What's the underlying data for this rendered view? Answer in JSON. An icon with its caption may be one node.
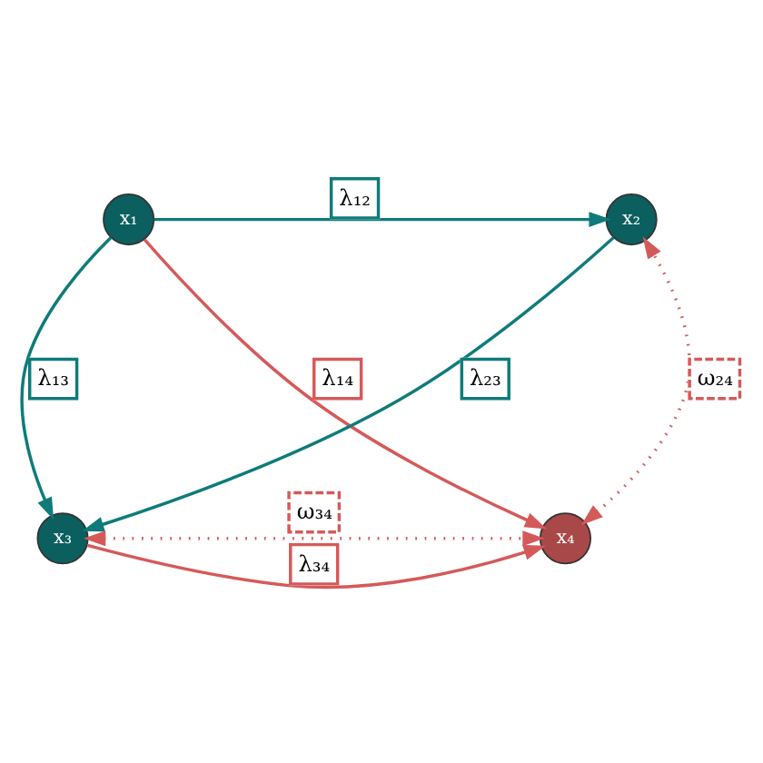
{
  "diagram": {
    "nodes": [
      {
        "text": [
          "x₁"
        ]
      },
      {
        "text": [
          "x₂"
        ]
      },
      {
        "text": [
          "x₃"
        ]
      },
      {
        "text": [
          "x₄"
        ]
      }
    ],
    "edges": [
      {
        "from": 0,
        "to": 1,
        "arrow": "to",
        "label": "λ₁₂",
        "color": "#0f7b7b"
      },
      {
        "from": 0,
        "to": 2,
        "arrow": "to",
        "label": "λ₁₃",
        "color": "#0f7b7b"
      },
      {
        "from": 1,
        "to": 2,
        "arrow": "to",
        "label": "λ₂₃",
        "color": "#0f7b7b"
      },
      {
        "from": 0,
        "to": 3,
        "arrow": "to",
        "label": "λ₁₄",
        "color": "#d45a5a"
      },
      {
        "from": 2,
        "to": 3,
        "arrow": "to",
        "label": "λ₃₄",
        "color": "#d45a5a"
      },
      {
        "from": 3,
        "to": 1,
        "arrow": "both",
        "label": "ω₂₄",
        "style": "dashed",
        "color": "#d45a5a"
      },
      {
        "from": 2,
        "to": 3,
        "arrow": "both",
        "label": "ω₃₄",
        "style": "dashed",
        "color": "#d45a5a"
      }
    ]
  }
}
